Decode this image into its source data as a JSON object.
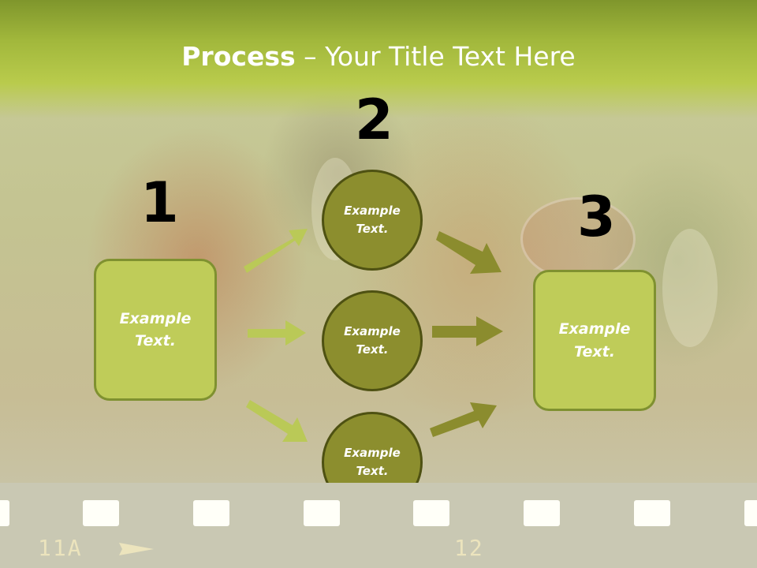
{
  "title": {
    "bold": "Process",
    "rest": " – Your Title Text Here"
  },
  "steps": [
    {
      "number": "1",
      "text": "Example Text."
    },
    {
      "number": "2",
      "text": "Example Text."
    },
    {
      "number": "3",
      "text": "Example Text."
    }
  ],
  "circles": [
    "Example Text.",
    "Example Text.",
    "Example Text."
  ],
  "film": {
    "left_label": "11A",
    "right_label": "12"
  },
  "colors": {
    "box_fill": "#bfcc59",
    "box_border": "#7f9130",
    "circle_fill": "#8c8e2e",
    "left_arrow": "#bac957",
    "right_arrow": "#8b8c2e",
    "title_band": "#a2b83c"
  }
}
